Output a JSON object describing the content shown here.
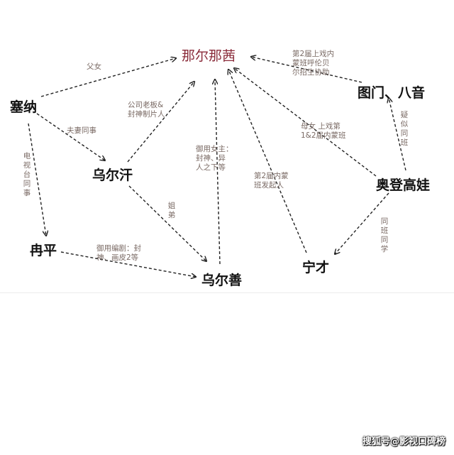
{
  "nodes": {
    "center": "那尔那茜",
    "saina": "塞纳",
    "wuerhan": "乌尔汗",
    "ranping": "冉平",
    "wuershan": "乌尔善",
    "ningcai": "宁才",
    "aodeng": "奥登高娃",
    "tumen": "图门、八音"
  },
  "edge_labels": {
    "saina_center": "父女",
    "saina_wuerhan": "夫妻同事",
    "saina_ranping": "电视台同事",
    "wuerhan_center": "公司老板&\n封神制片人",
    "wuerhan_wuershan": "姐弟",
    "ranping_wuershan": "御用编剧：封\n神、画皮2等",
    "wuershan_center": "御用女主：\n封神、异\n人之下等",
    "ningcai_center": "第2届内蒙\n班发起人",
    "aodeng_center": "母女 上戏第\n1&2届内蒙班",
    "tumen_center": "第2届上戏内\n蒙班呼伦贝\n尔招生协助",
    "aodeng_tumen": "疑似同班",
    "aodeng_ningcai": "同班同学"
  },
  "watermark": "搜狐号@影视口碑榜"
}
